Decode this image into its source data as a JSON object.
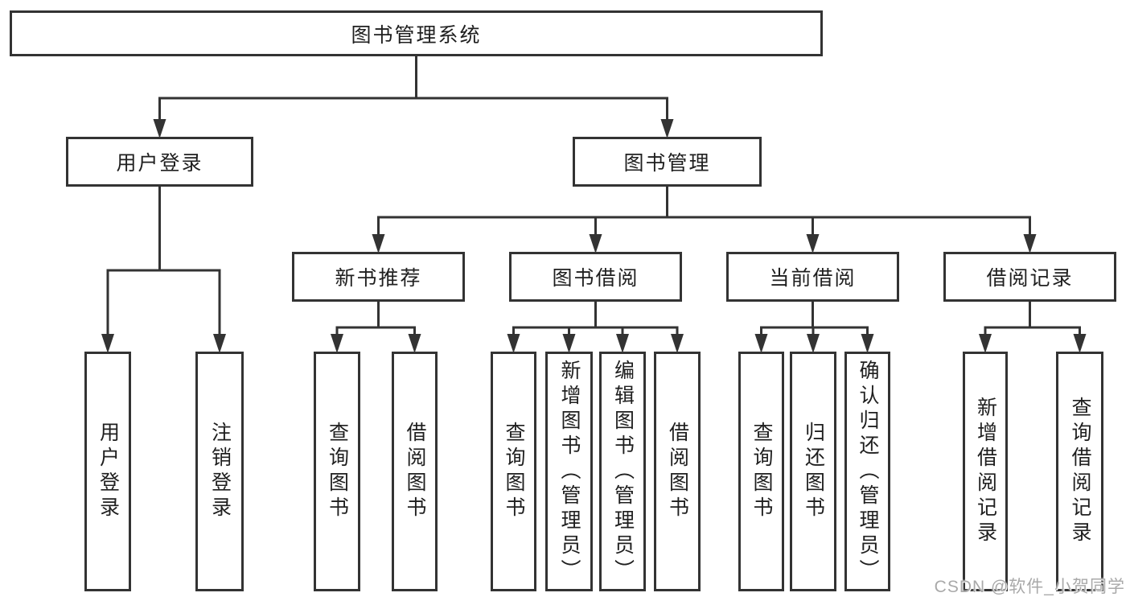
{
  "diagram": {
    "title": "图书管理系统",
    "nodes": [
      {
        "id": "root",
        "name": "library-management-system",
        "label": "图书管理系统"
      },
      {
        "id": "user-login",
        "name": "user-login",
        "label": "用户登录"
      },
      {
        "id": "book-mgmt",
        "name": "book-management",
        "label": "图书管理"
      },
      {
        "id": "new-book-rec",
        "name": "new-book-recommendation",
        "label": "新书推荐"
      },
      {
        "id": "book-borrow",
        "name": "book-borrowing",
        "label": "图书借阅"
      },
      {
        "id": "current-borrow",
        "name": "current-borrowing",
        "label": "当前借阅"
      },
      {
        "id": "borrow-records",
        "name": "borrowing-records",
        "label": "借阅记录"
      },
      {
        "id": "leaf-user-login",
        "name": "user-login-leaf",
        "label": "用户登录"
      },
      {
        "id": "leaf-logout",
        "name": "logout-leaf",
        "label": "注销登录"
      },
      {
        "id": "nbr-query",
        "name": "query-books-leaf",
        "label": "查询图书"
      },
      {
        "id": "nbr-borrow",
        "name": "borrow-books-leaf",
        "label": "借阅图书"
      },
      {
        "id": "bb-query",
        "name": "query-books-leaf",
        "label": "查询图书"
      },
      {
        "id": "bb-add",
        "name": "add-books-admin-leaf",
        "label": "新增图书（管理员）"
      },
      {
        "id": "bb-edit",
        "name": "edit-books-admin-leaf",
        "label": "编辑图书（管理员）"
      },
      {
        "id": "bb-borrow",
        "name": "borrow-books-leaf",
        "label": "借阅图书"
      },
      {
        "id": "cb-query",
        "name": "query-books-leaf",
        "label": "查询图书"
      },
      {
        "id": "cb-return",
        "name": "return-books-leaf",
        "label": "归还图书"
      },
      {
        "id": "cb-confirm",
        "name": "confirm-return-admin-leaf",
        "label": "确认归还（管理员）"
      },
      {
        "id": "br-add",
        "name": "add-borrow-record-leaf",
        "label": "新增借阅记录"
      },
      {
        "id": "br-query",
        "name": "query-borrow-record-leaf",
        "label": "查询借阅记录"
      }
    ],
    "edges": [
      {
        "parent": "root",
        "children": [
          "user-login",
          "book-mgmt"
        ]
      },
      {
        "parent": "user-login",
        "children": [
          "leaf-user-login",
          "leaf-logout"
        ]
      },
      {
        "parent": "book-mgmt",
        "children": [
          "new-book-rec",
          "book-borrow",
          "current-borrow",
          "borrow-records"
        ]
      },
      {
        "parent": "new-book-rec",
        "children": [
          "nbr-query",
          "nbr-borrow"
        ]
      },
      {
        "parent": "book-borrow",
        "children": [
          "bb-query",
          "bb-add",
          "bb-edit",
          "bb-borrow"
        ]
      },
      {
        "parent": "current-borrow",
        "children": [
          "cb-query",
          "cb-return",
          "cb-confirm"
        ]
      },
      {
        "parent": "borrow-records",
        "children": [
          "br-add",
          "br-query"
        ]
      }
    ]
  },
  "watermark": {
    "text": "CSDN @软件_小贺同学"
  },
  "colors": {
    "line": "#333333",
    "text": "#1f1f1f",
    "watermark": "#a9a9a9",
    "background": "#ffffff"
  }
}
